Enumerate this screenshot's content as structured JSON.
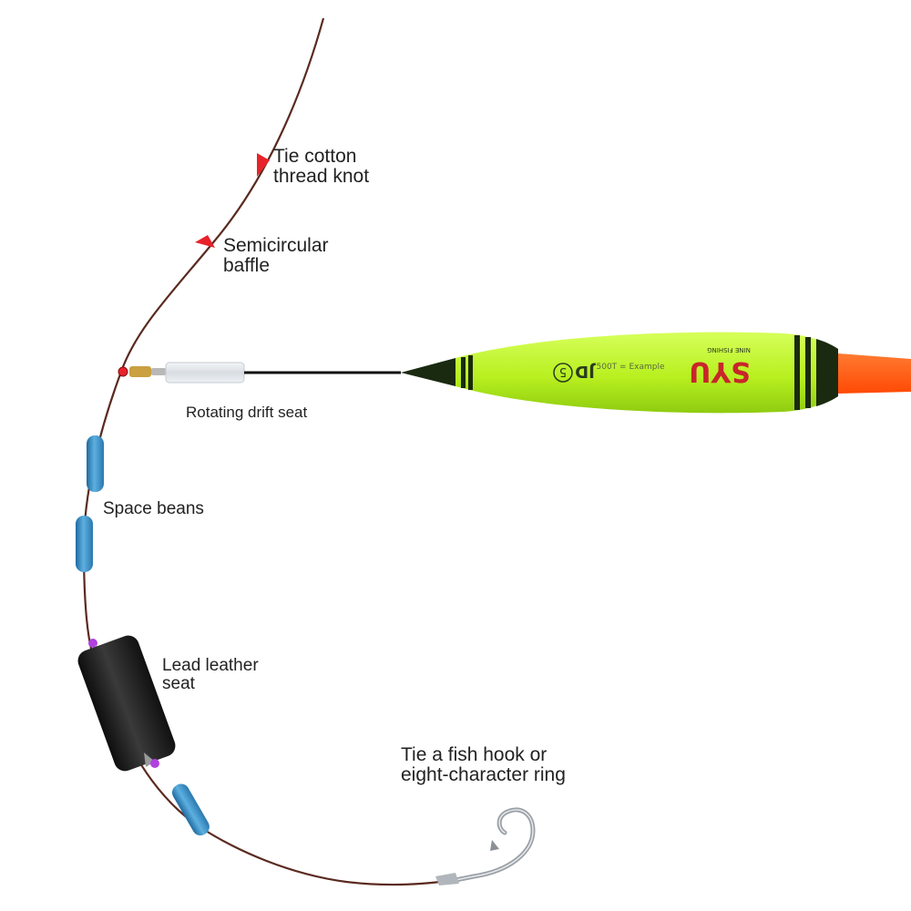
{
  "labels": {
    "tie_cotton": {
      "line1": "Tie cotton",
      "line2": "thread knot"
    },
    "semicircular": {
      "line1": "Semicircular",
      "line2": "baffle"
    },
    "rotating_seat": {
      "line1": "Rotating drift seat"
    },
    "space_beans": {
      "line1": "Space beans"
    },
    "lead_seat": {
      "line1": "Lead leather",
      "line2": "seat"
    },
    "hook": {
      "line1": "Tie a fish hook or",
      "line2": "eight-character ring"
    }
  },
  "float_branding": {
    "brand": "SYU",
    "model": "JD",
    "size": "5",
    "small_text": "500T = Example",
    "sub_text": "NINE FISHING"
  },
  "colors": {
    "background": "#ffffff",
    "line": "#5a2a20",
    "marker_red": "#e8222a",
    "bean_blue": "#3b8fc4",
    "float_green": "#b8f020",
    "float_stripe": "#1a2a10",
    "float_tip_orange": "#ff5a10",
    "sinker_black": "#1c1c1c",
    "bead_purple": "#b040e0",
    "hook_silver": "#9aa0a6",
    "label_text": "#222222"
  }
}
